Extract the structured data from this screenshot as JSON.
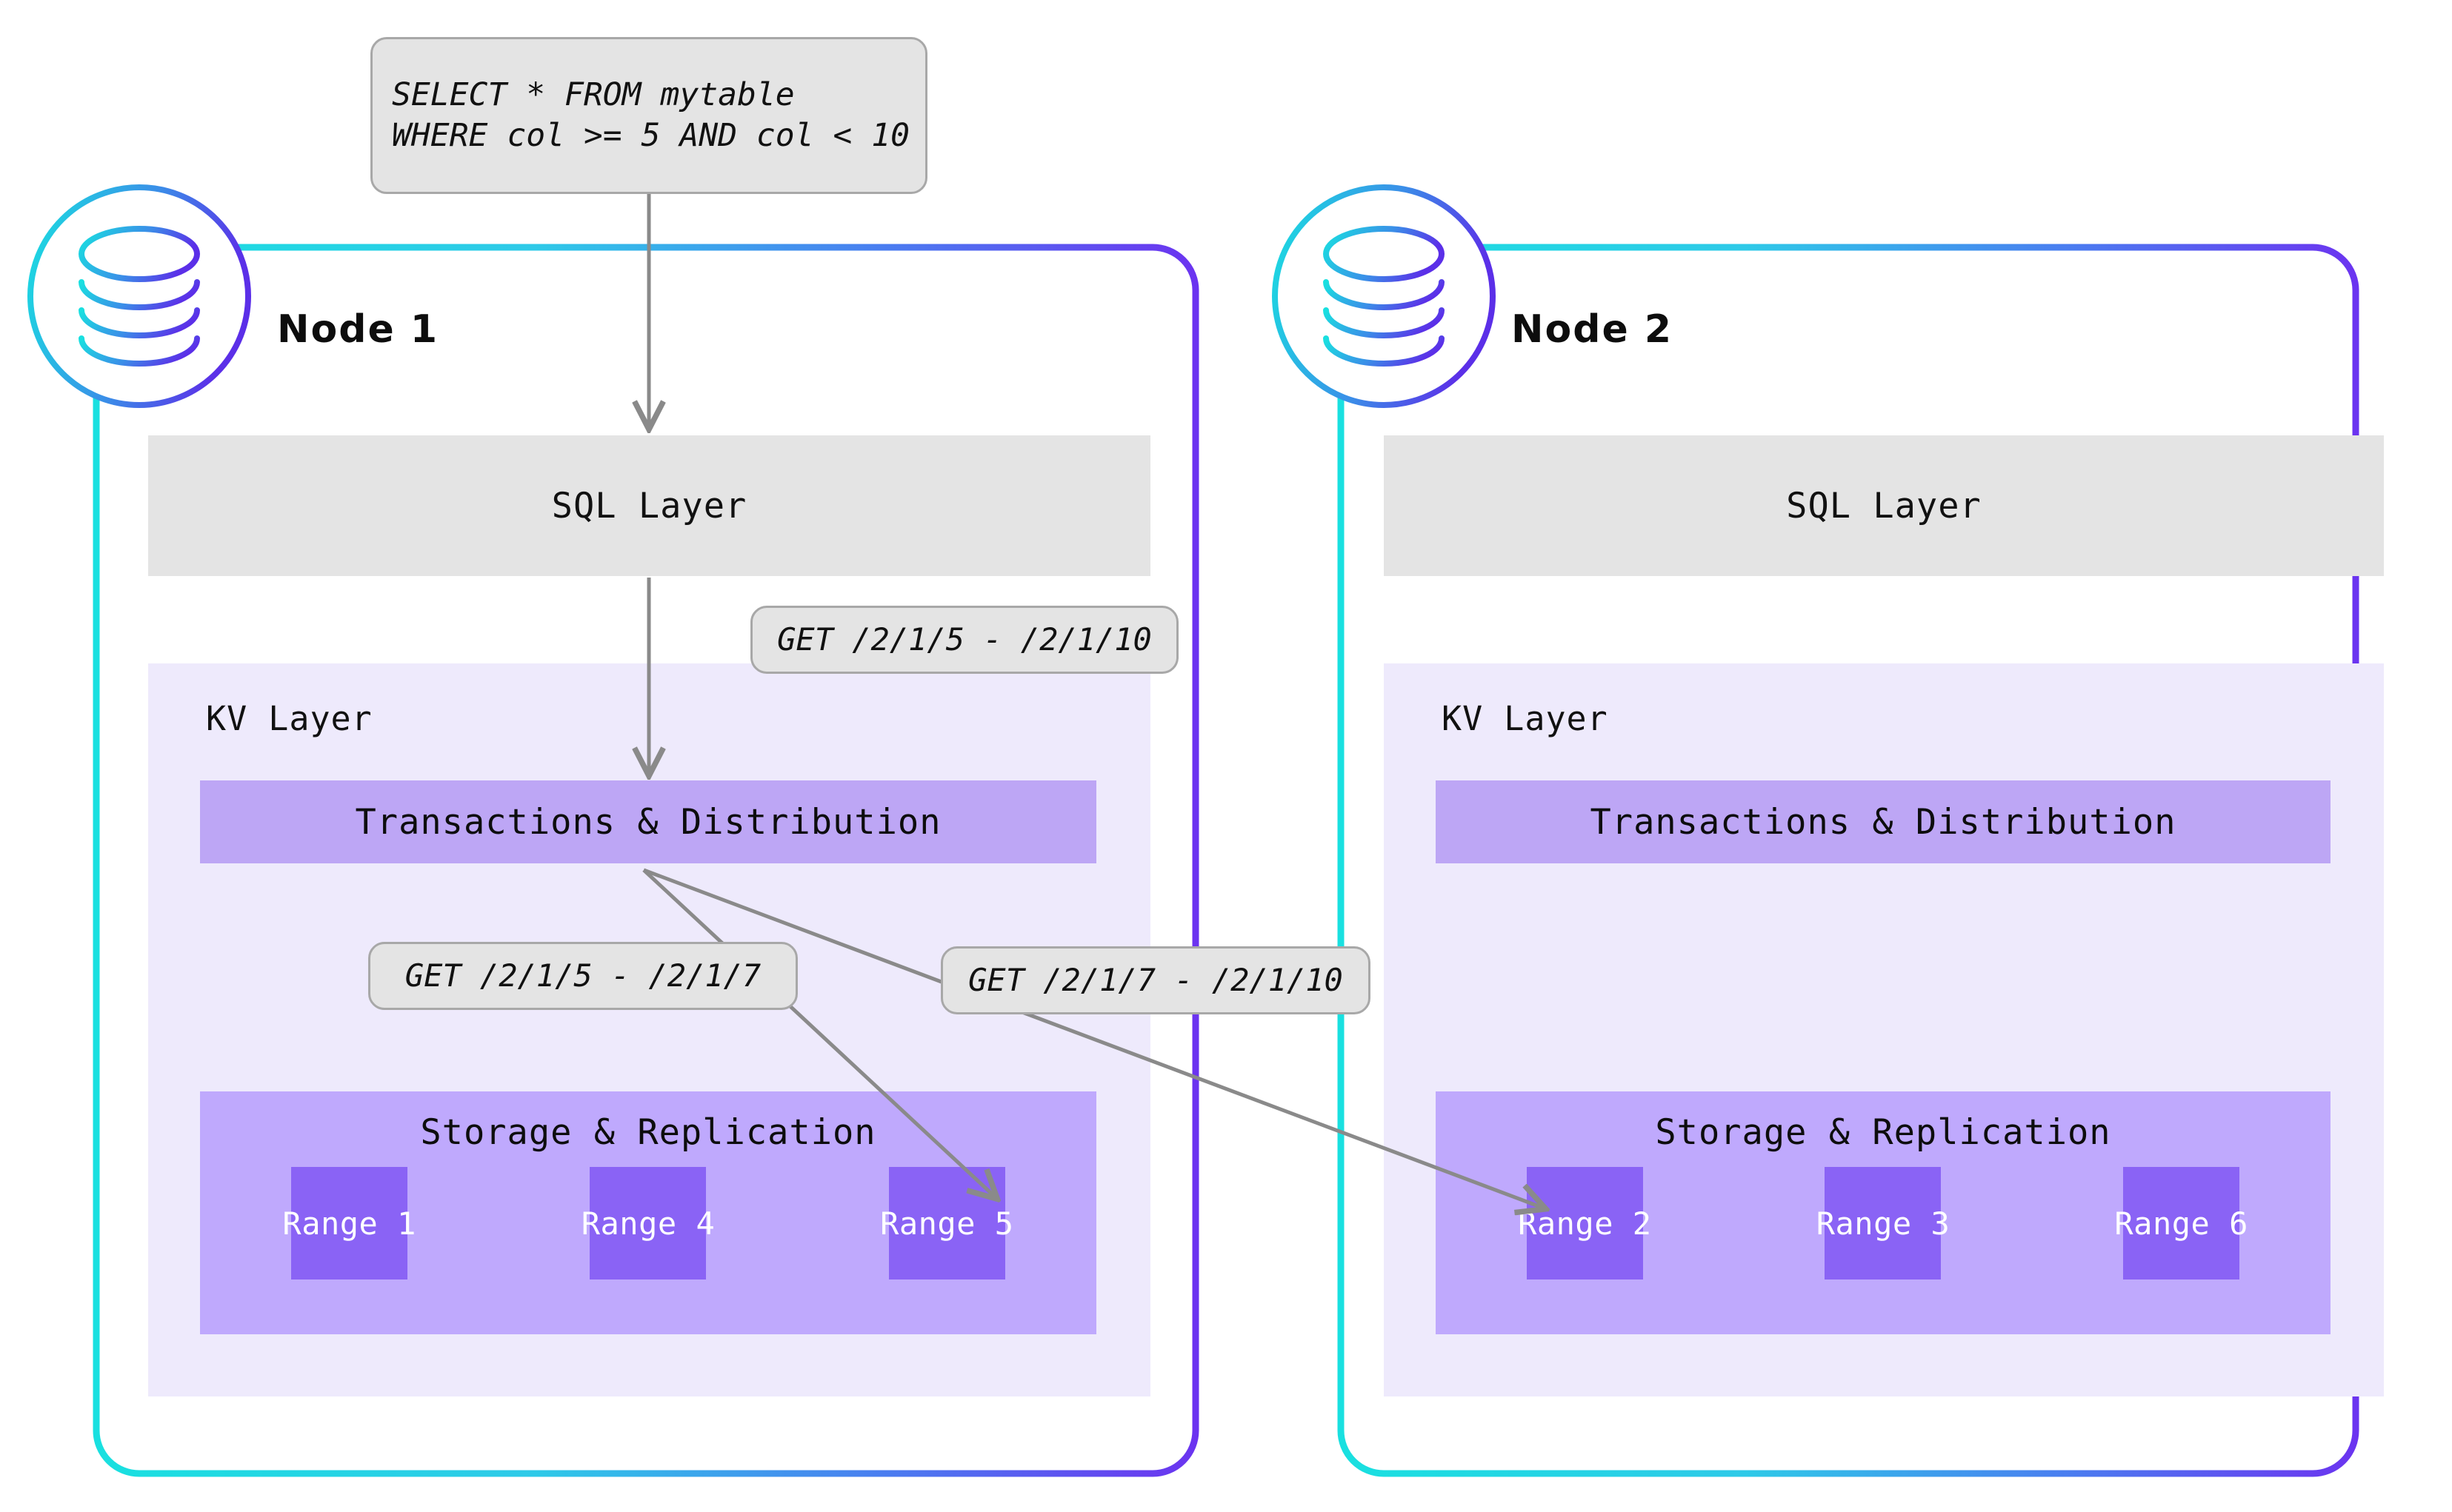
{
  "diagram": {
    "title": "Distributed SQL query routing across nodes",
    "colors": {
      "node_border_start": "#19e0e0",
      "node_border_end": "#6b34f0",
      "sql_layer_bg": "#e4e4e4",
      "kv_layer_bg": "#eeeafc",
      "txn_band_bg": "#bda6f5",
      "storage_band_bg": "#bfa9fd",
      "range_box_bg": "#8a63f5",
      "callout_bg": "#e4e4e4",
      "callout_border": "#a8a8a8",
      "arrow_color": "#8a8a8a",
      "text_color": "#111111",
      "range_text_color": "#ffffff",
      "page_bg": "#ffffff"
    },
    "query_callout": {
      "line1": "SELECT * FROM mytable",
      "line2": "WHERE col >= 5 AND col < 10"
    },
    "callouts": {
      "kv_request": "GET /2/1/5 - /2/1/10",
      "range_local": "GET /2/1/5 - /2/1/7",
      "range_remote": "GET /2/1/7 - /2/1/10"
    },
    "nodes": [
      {
        "id": "node-1",
        "title": "Node 1",
        "icon": "database-cylinder-icon",
        "sql_layer_label": "SQL Layer",
        "kv_layer_label": "KV Layer",
        "txn_label": "Transactions & Distribution",
        "storage_label": "Storage & Replication",
        "ranges": [
          "Range 1",
          "Range 4",
          "Range 5"
        ]
      },
      {
        "id": "node-2",
        "title": "Node 2",
        "icon": "database-cylinder-icon",
        "sql_layer_label": "SQL Layer",
        "kv_layer_label": "KV Layer",
        "txn_label": "Transactions & Distribution",
        "storage_label": "Storage & Replication",
        "ranges": [
          "Range 2",
          "Range 3",
          "Range 6"
        ]
      }
    ],
    "flows": [
      {
        "from": "client-query",
        "to": "node-1-sql-layer",
        "style": "straight-down"
      },
      {
        "from": "node-1-sql-layer",
        "to": "node-1-transactions",
        "style": "straight-down",
        "label": "GET /2/1/5 - /2/1/10"
      },
      {
        "from": "node-1-transactions",
        "to": "node-1-range-5",
        "style": "diagonal",
        "label": "GET /2/1/5 - /2/1/7"
      },
      {
        "from": "node-1-transactions",
        "to": "node-2-range-2",
        "style": "diagonal",
        "label": "GET /2/1/7 - /2/1/10"
      }
    ]
  }
}
